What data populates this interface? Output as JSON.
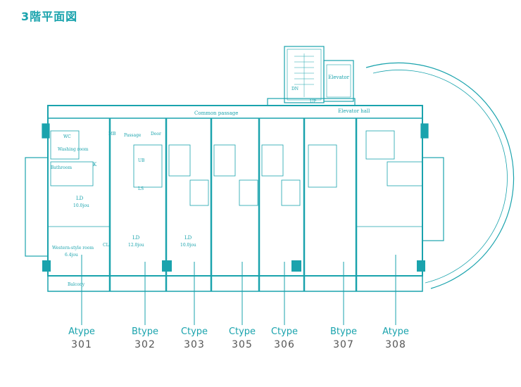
{
  "title": "3階平面図",
  "colors": {
    "accent": "#1aa3ad",
    "wall": "#1aa3ad",
    "number": "#555555"
  },
  "plan_text": {
    "common_passage": "Common passage",
    "elevator": "Elevator",
    "elevator_hall": "Elevator hall",
    "dn": "DN",
    "up": "UP",
    "balcony": "Balcony",
    "ld_a": "LD",
    "ld_a_size": "10.0jou",
    "ld_b": "LD",
    "ld_b_size": "12.0jou",
    "ld_c": "LD",
    "ld_c_size": "10.0jou",
    "western": "Western-style room",
    "western_size": "6.4jou",
    "bathroom": "Bathroom",
    "washing": "Washing room",
    "k": "K",
    "cl": "CL",
    "mb": "MB",
    "door": "Door",
    "passage": "Passage",
    "wc": "WC",
    "ub": "UB",
    "ls": "LS"
  },
  "units": [
    {
      "type": "Atype",
      "number": "301"
    },
    {
      "type": "Btype",
      "number": "302"
    },
    {
      "type": "Ctype",
      "number": "303"
    },
    {
      "type": "Ctype",
      "number": "305"
    },
    {
      "type": "Ctype",
      "number": "306"
    },
    {
      "type": "Btype",
      "number": "307"
    },
    {
      "type": "Atype",
      "number": "308"
    }
  ]
}
